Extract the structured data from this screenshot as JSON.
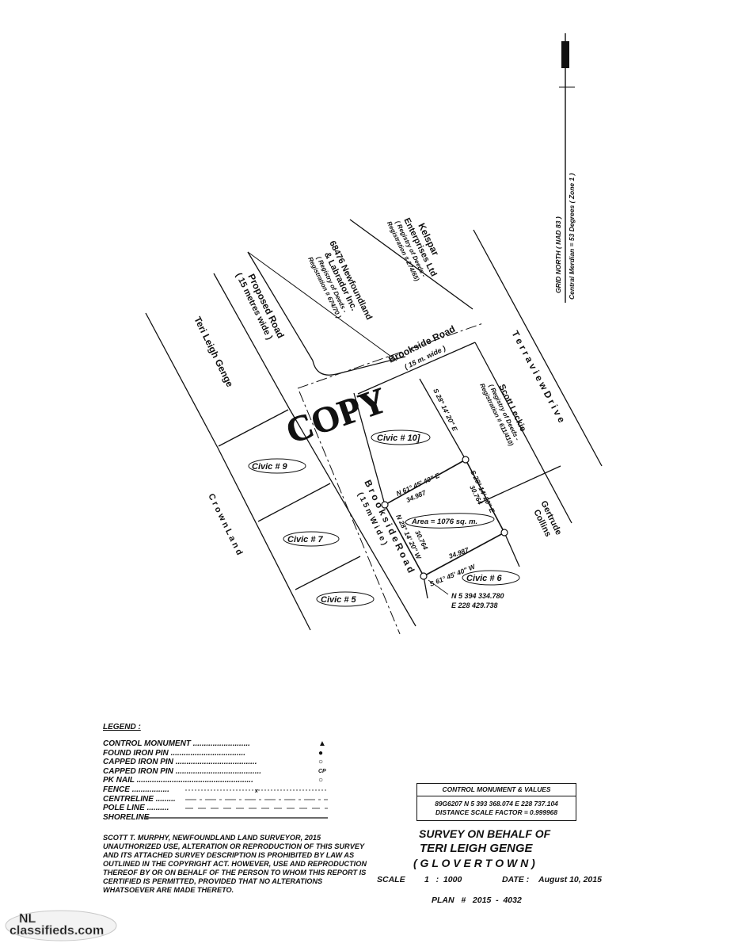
{
  "north": {
    "line1": "GRID NORTH ( NAD 83 )",
    "line2": "Central Merdian = 53 Degrees ( Zone 1 )"
  },
  "owners": {
    "kelspar": [
      "Kelspar",
      "Enterprises Ltd",
      "( Registry of Deeds -",
      "Registration # 274/65)"
    ],
    "nl": [
      "68476 Newfoundland",
      "& Labrador Inc.",
      "( Registry of Deeds -",
      "Registration # 674/70 )"
    ],
    "scott": [
      "Scott Leckie",
      "( Registry of Deeds -",
      "Registration # 611/410)"
    ],
    "gertrude": [
      "Gertrude",
      "Collins"
    ],
    "teri": "Teri Leigh Genge",
    "crown": "C r o w n   L a n d"
  },
  "roads": {
    "proposed": [
      "Proposed Road",
      "( 15 metres wide )"
    ],
    "brookside_top": [
      "Brookside Road",
      "( 15 m. wide )"
    ],
    "terraview": "T e r r a v i e w   D r i v e",
    "brookside_main": [
      "B r o o k s i d e   R o a d",
      "( 1 5 m  W i d e )"
    ]
  },
  "civics": [
    "Civic # 10]",
    "Civic # 9",
    "Civic # 7",
    "Civic # 5",
    "Civic # 6"
  ],
  "stamp": "COPY",
  "lot": {
    "b_north": "N 61° 45' 40\" E",
    "d_north": "34.987",
    "b_east": "S 28° 14' 20\" E",
    "d_east": "30.764",
    "b_south": "S 61° 45' 40\" W",
    "d_south": "34.987",
    "b_west": "N 28° 14' 20\" W",
    "d_west": "30.764",
    "b_scott": "S 28° 14' 20\" E",
    "area": "Area = 1076 sq. m.",
    "coord_n": "N 5 394 334.780",
    "coord_e": "E  228 429.738"
  },
  "legend": {
    "title": "LEGEND  :",
    "items": [
      {
        "label": "CONTROL MONUMENT",
        "dots": "..........................",
        "symbol": "▲"
      },
      {
        "label": "FOUND IRON PIN",
        "dots": "..................................",
        "symbol": "●"
      },
      {
        "label": "CAPPED IRON PIN",
        "dots": ".....................................",
        "symbol": "○"
      },
      {
        "label": "CAPPED IRON PIN",
        "dots": ".......................................",
        "symbol": "CP"
      },
      {
        "label": "PK NAIL",
        "dots": ".....................................................",
        "symbol": "○"
      },
      {
        "label": "FENCE",
        "dots": ".................",
        "symbol": "x"
      },
      {
        "label": "CENTRELINE",
        "dots": ".........",
        "symbol": ""
      },
      {
        "label": "POLE LINE",
        "dots": "..........",
        "symbol": ""
      },
      {
        "label": "SHORELINE",
        "dots": "",
        "symbol": ""
      }
    ]
  },
  "copyright": "SCOTT T. MURPHY, NEWFOUNDLAND LAND SURVEYOR, 2015 UNAUTHORIZED USE, ALTERATION OR REPRODUCTION OF THIS SURVEY AND ITS ATTACHED SURVEY DESCRIPTION IS PROHIBITED BY LAW AS OUTLINED IN THE COPYRIGHT ACT. HOWEVER, USE AND REPRODUCTION THEREOF BY OR ON BEHALF OF THE PERSON TO WHOM THIS REPORT IS CERTIFIED IS PERMITTED, PROVIDED THAT NO ALTERATIONS WHATSOEVER ARE MADE THERETO.",
  "control": {
    "title": "CONTROL MONUMENT & VALUES",
    "line1": "89G6207   N 5 393 368.074   E 228 737.104",
    "line2": "DISTANCE SCALE FACTOR = 0.999968"
  },
  "survey": {
    "line1": "SURVEY ON BEHALF OF",
    "line2": "TERI LEIGH GENGE",
    "line3": "( G L O V E R T O W N )",
    "scale_label": "SCALE",
    "scale_value": "1   :  1000",
    "date_label": "DATE :",
    "date_value": "August 10, 2015",
    "plan": "PLAN   #   2015  -  4032"
  },
  "watermark": {
    "nl": "NL",
    "site": "classifieds.com"
  }
}
